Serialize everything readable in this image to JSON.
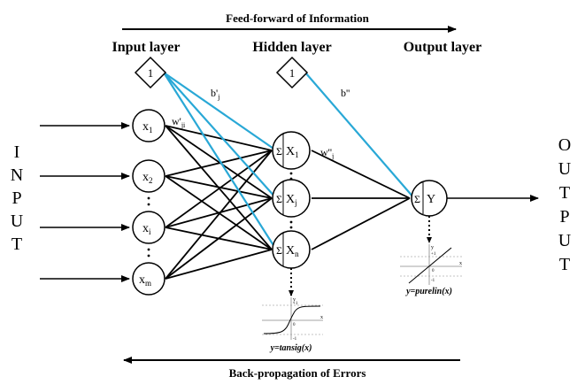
{
  "top_arrow_label": "Feed-forward of Information",
  "bottom_arrow_label": "Back-propagation of Errors",
  "layers": {
    "input": "Input layer",
    "hidden": "Hidden layer",
    "output": "Output layer"
  },
  "input_side_letters": [
    "I",
    "N",
    "P",
    "U",
    "T"
  ],
  "output_side_letters": [
    "O",
    "U",
    "T",
    "P",
    "U",
    "T"
  ],
  "bias_input_value": "1",
  "bias_hidden_value": "1",
  "bias_weight_hidden": "b'",
  "bias_weight_hidden_sub": "j",
  "bias_weight_output": "b''",
  "weight_input_hidden": "w'",
  "weight_input_hidden_sub": "ji",
  "weight_hidden_output": "w''",
  "weight_hidden_output_sub": "j",
  "input_nodes": [
    {
      "base": "x",
      "sub": "1"
    },
    {
      "base": "x",
      "sub": "2"
    },
    {
      "base": "x",
      "sub": "i"
    },
    {
      "base": "x",
      "sub": "m"
    }
  ],
  "hidden_nodes": [
    {
      "sum": "Σ",
      "base": "X",
      "sub": "1"
    },
    {
      "sum": "Σ",
      "base": "X",
      "sub": "j"
    },
    {
      "sum": "Σ",
      "base": "X",
      "sub": "n"
    }
  ],
  "output_node": {
    "sum": "Σ",
    "base": "Y"
  },
  "hidden_activation": "y=tansig(x)",
  "output_activation": "y=purelin(x)",
  "plot_labels": {
    "y": "y",
    "x": "x",
    "plus_one": "+1",
    "minus_one": "-1",
    "zero": "0"
  },
  "colors": {
    "line": "#000000",
    "bias_line": "#29a8d6"
  }
}
